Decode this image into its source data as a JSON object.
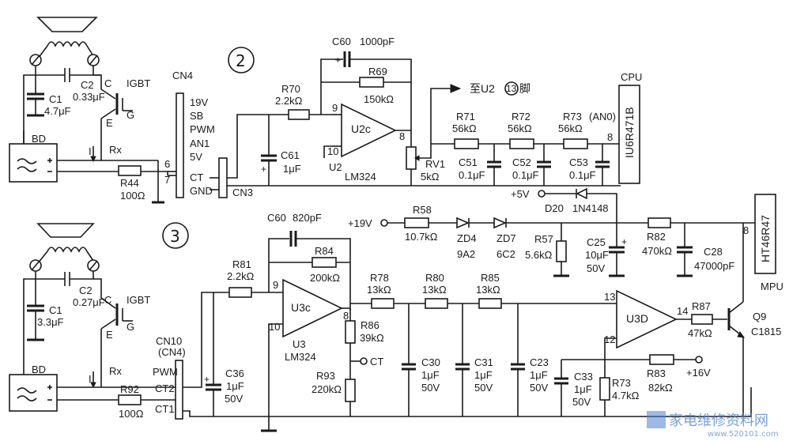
{
  "circuit1": {
    "marker": "2",
    "c1": {
      "ref": "C1",
      "value": "4.7μF"
    },
    "c2": {
      "ref": "C2",
      "value": "0.33μF"
    },
    "igbt": {
      "ref": "IGBT",
      "c": "C",
      "g": "G",
      "e": "E"
    },
    "bd": "BD",
    "rx": "Rx",
    "i_label": "I",
    "r44": {
      "ref": "R44",
      "value": "100Ω"
    },
    "cn4": {
      "ref": "CN4",
      "pins": [
        "19V",
        "SB",
        "PWM",
        "AN1",
        "5V",
        "CT",
        "GND"
      ],
      "pin6": "6",
      "pin7": "7"
    },
    "cn3": "CN3",
    "r70": {
      "ref": "R70",
      "value": "2.2kΩ"
    },
    "c61": {
      "ref": "C61",
      "value": "1μF"
    },
    "c60": {
      "ref": "C60",
      "value": "1000pF"
    },
    "r69": {
      "ref": "R69",
      "value": "150kΩ"
    },
    "u2": {
      "ref": "U2c",
      "pin9": "9",
      "pin10": "10",
      "pin8": "8",
      "name": "U2",
      "part": "LM324"
    },
    "to_u2": "至U2",
    "to_u2_pin": "13",
    "to_u2_suffix": "脚",
    "rv1": {
      "ref": "RV1",
      "value": "5kΩ",
      "pin8": "8"
    },
    "r71": {
      "ref": "R71",
      "value": "56kΩ"
    },
    "r72": {
      "ref": "R72",
      "value": "56kΩ"
    },
    "r73": {
      "ref": "R73",
      "note": "(AN0)",
      "value": "56kΩ"
    },
    "c51": {
      "ref": "C51",
      "value": "0.1μF"
    },
    "c52": {
      "ref": "C52",
      "value": "0.1μF"
    },
    "c53": {
      "ref": "C53",
      "value": "0.1μF"
    },
    "cpu": {
      "label": "CPU",
      "chip": "IU6R471B",
      "pin": "8"
    },
    "plus5v": "+5V",
    "d20": {
      "ref": "D20",
      "part": "1N4148"
    }
  },
  "circuit2": {
    "marker": "3",
    "c1": {
      "ref": "C1",
      "value": "3.3μF"
    },
    "c2": {
      "ref": "C2",
      "value": "0.27μF"
    },
    "igbt": {
      "ref": "IGBT",
      "c": "C",
      "g": "G",
      "e": "E"
    },
    "bd": "BD",
    "rx": "Rx",
    "i_label": "I",
    "r92": {
      "ref": "R92",
      "value": "100Ω"
    },
    "cn10": {
      "ref": "CN10",
      "alt": "(CN4)",
      "pins": [
        "PWM",
        "CT2",
        "CT1"
      ]
    },
    "c36": {
      "ref": "C36",
      "value": "1μF",
      "voltage": "50V"
    },
    "r81": {
      "ref": "R81",
      "value": "2.2kΩ"
    },
    "c60": {
      "ref": "C60",
      "value": "820pF"
    },
    "r84": {
      "ref": "R84",
      "value": "200kΩ"
    },
    "u3": {
      "ref": "U3c",
      "pin9": "9",
      "pin10": "10",
      "pin8": "8",
      "name": "U3",
      "part": "LM324"
    },
    "r86": {
      "ref": "R86",
      "value": "39kΩ"
    },
    "ct": "CT",
    "r93": {
      "ref": "R93",
      "value": "220kΩ"
    },
    "r78": {
      "ref": "R78",
      "value": "13kΩ"
    },
    "r80": {
      "ref": "R80",
      "value": "13kΩ"
    },
    "r85": {
      "ref": "R85",
      "value": "13kΩ"
    },
    "c30": {
      "ref": "C30",
      "value": "1μF",
      "voltage": "50V"
    },
    "c31": {
      "ref": "C31",
      "value": "1μF",
      "voltage": "50V"
    },
    "c23": {
      "ref": "C23",
      "value": "1μF",
      "voltage": "50V"
    },
    "c33": {
      "ref": "C33",
      "value": "1μF",
      "voltage": "50V"
    },
    "r73": {
      "ref": "R73",
      "value": "4.7kΩ"
    },
    "r83": {
      "ref": "R83",
      "value": "82kΩ"
    },
    "plus16v": "+16V",
    "u3d": {
      "ref": "U3D",
      "pin13": "13",
      "pin12": "12",
      "pin14": "14"
    },
    "r87": {
      "ref": "R87",
      "value": "47kΩ"
    },
    "q9": {
      "ref": "Q9",
      "part": "C1815"
    },
    "plus19v": "+19V",
    "r58": {
      "ref": "R58",
      "value": "10.7kΩ"
    },
    "zd4": {
      "ref": "ZD4",
      "value": "9A2"
    },
    "zd7": {
      "ref": "ZD7",
      "value": "6C2"
    },
    "r57": {
      "ref": "R57",
      "value": "5.6kΩ"
    },
    "c25": {
      "ref": "C25",
      "value": "10μF",
      "voltage": "50V"
    },
    "r82": {
      "ref": "R82",
      "value": "470kΩ"
    },
    "c28": {
      "ref": "C28",
      "value": "47000pF"
    },
    "mpu": {
      "label": "MPU",
      "chip": "HT46R47",
      "pin": "8"
    }
  },
  "watermark": {
    "text": "家电维修资料网",
    "url": "www.520101.com"
  }
}
